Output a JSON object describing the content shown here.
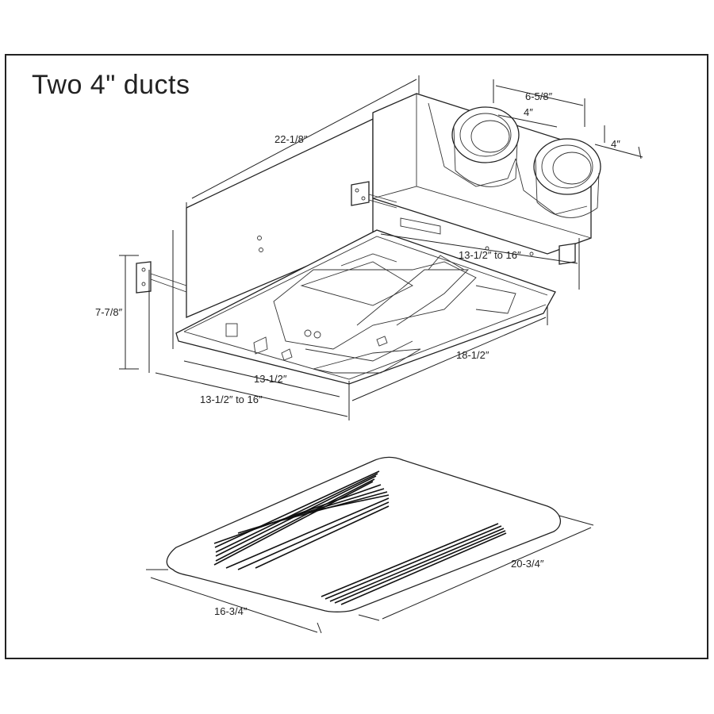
{
  "title": "Two 4\" ducts",
  "dimensions": {
    "overall_length": "22-1/8″",
    "duct_spacing": "6-5/8″",
    "duct_diameter_a": "4″",
    "duct_diameter_b": "4″",
    "joist_span_right": "13-1/2″ to 16″",
    "height": "7-7/8″",
    "housing_width": "13-1/2″",
    "housing_length": "18-1/2″",
    "joist_span_left": "13-1/2″ to 16″",
    "grille_length": "20-3/4″",
    "grille_width": "16-3/4″"
  }
}
